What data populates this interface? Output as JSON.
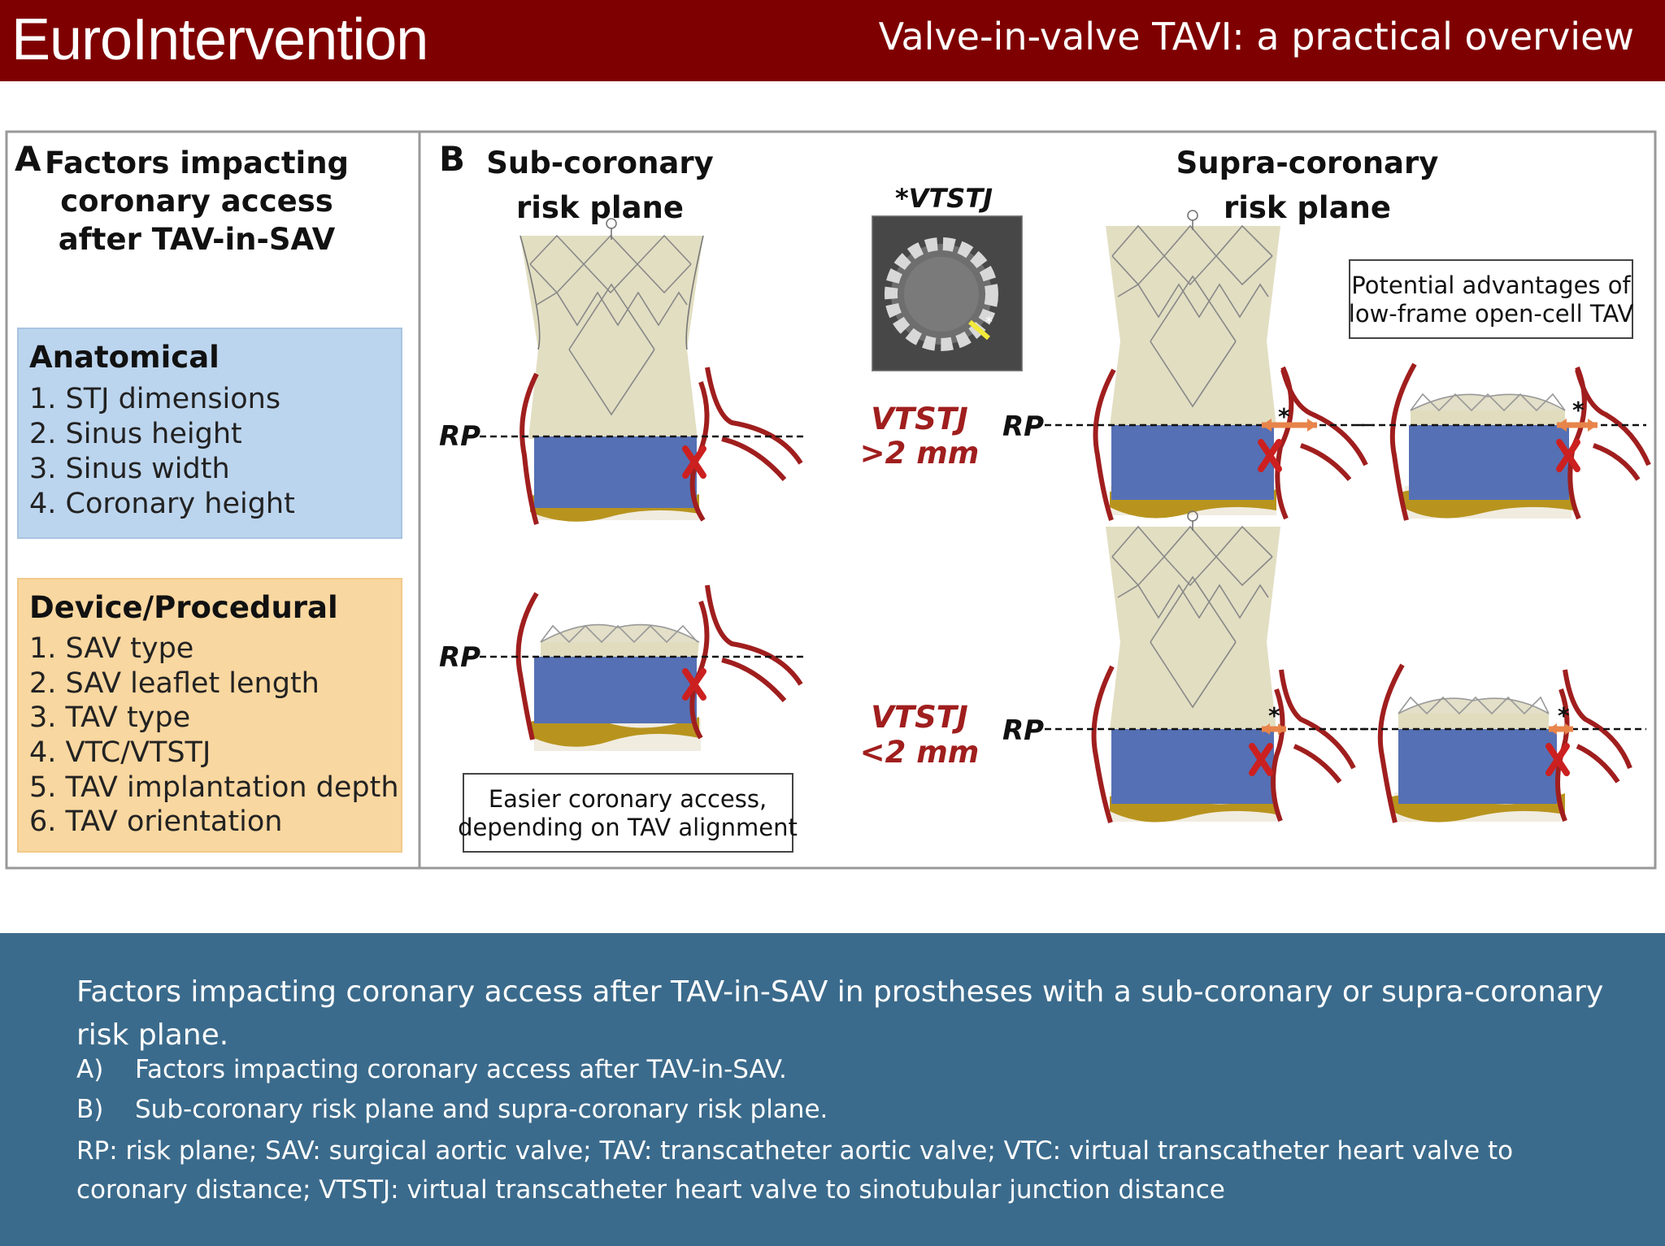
{
  "header": {
    "logo": "EuroIntervention",
    "title": "Valve-in-valve TAVI: a practical overview"
  },
  "panel_a": {
    "letter": "A",
    "title_lines": [
      "Factors impacting",
      "coronary access",
      "after TAV-in-SAV"
    ],
    "anatomical": {
      "heading": "Anatomical",
      "items": [
        "1. STJ dimensions",
        "2. Sinus height",
        "3. Sinus width",
        "4. Coronary height"
      ],
      "color": "#bcd5ee"
    },
    "device": {
      "heading": "Device/Procedural",
      "items": [
        "1. SAV type",
        "2. SAV leaflet length",
        "3. TAV type",
        "4. VTC/VTSTJ",
        "5. TAV implantation depth",
        "6. TAV orientation"
      ],
      "color": "#f9d7a0"
    }
  },
  "panel_b": {
    "letter": "B",
    "sub_title_lines": [
      "Sub-coronary",
      "risk plane"
    ],
    "supra_title_lines": [
      "Supra-coronary",
      "risk plane"
    ],
    "vtstj_label": "*VTSTJ",
    "vtstj_gt_lines": [
      "VTSTJ",
      ">2 mm"
    ],
    "vtstj_lt_lines": [
      "VTSTJ",
      "<2 mm"
    ],
    "rp_label": "RP",
    "asterisk": "*",
    "advantages_lines": [
      "Potential advantages of",
      "low-frame open-cell TAV"
    ],
    "easier_lines": [
      "Easier coronary access,",
      "depending on TAV alignment"
    ],
    "colors": {
      "valve_blue": "#5570b4",
      "sewing_gold": "#b8941e",
      "vessel_red": "#a01e1e",
      "mark_red": "#cc2020",
      "arrow_orange": "#e8844a",
      "frame_tan": "#c9c49a",
      "label_red": "#a01e1e"
    }
  },
  "caption": {
    "title": "Factors impacting coronary access after TAV-in-SAV in prostheses with a sub-coronary or supra-coronary risk plane.",
    "items": [
      {
        "label": "A)",
        "text": "Factors impacting coronary access after TAV-in-SAV."
      },
      {
        "label": "B)",
        "text": "Sub-coronary risk plane and supra-coronary risk plane."
      }
    ],
    "abbreviations": "RP: risk plane; SAV: surgical aortic valve; TAV: transcatheter aortic valve; VTC: virtual transcatheter heart valve to coronary distance; VTSTJ: virtual transcatheter heart valve to sinotubular junction distance"
  }
}
